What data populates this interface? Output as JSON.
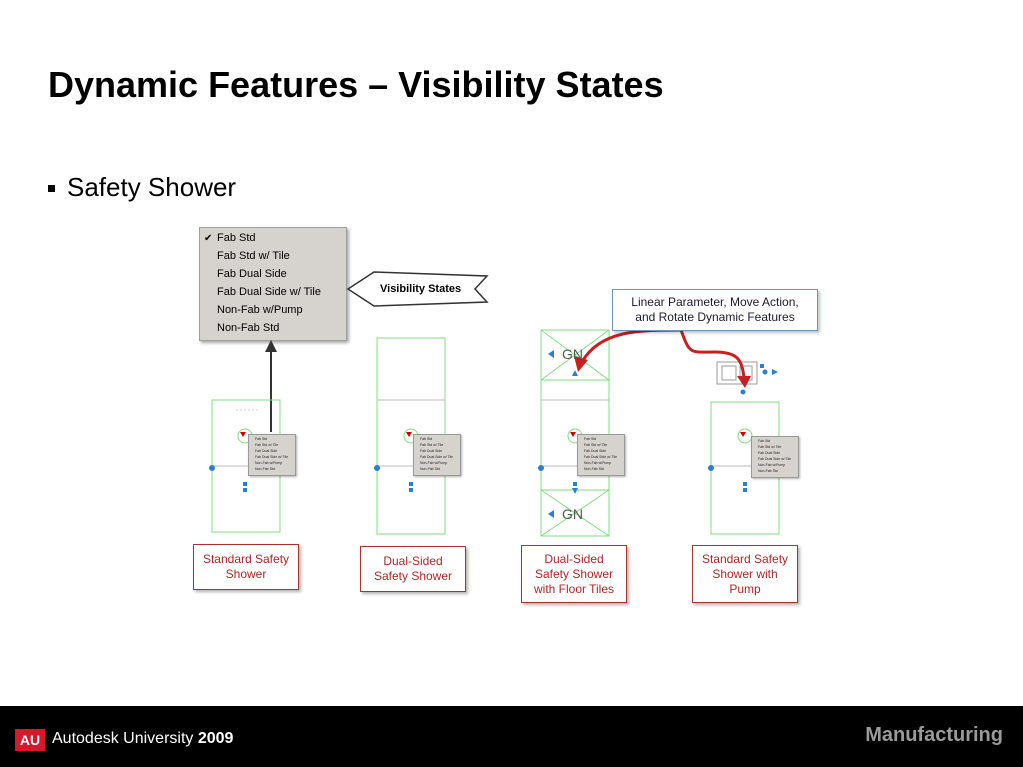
{
  "slide": {
    "title": "Dynamic Features – Visibility States",
    "bullet": "Safety Shower"
  },
  "menu": {
    "items": [
      "Fab Std",
      "Fab Std w/ Tile",
      "Fab Dual Side",
      "Fab Dual Side w/ Tile",
      "Non-Fab w/Pump",
      "Non-Fab Std"
    ],
    "checked_index": 0,
    "check_glyph": "✔"
  },
  "callouts": {
    "visibility_states": "Visibility States",
    "linear_line1": "Linear Parameter, Move Action,",
    "linear_line2": "and Rotate Dynamic Features"
  },
  "drawings": {
    "gn_label": "GN",
    "mini_items": [
      "Fab Std",
      "Fab Std w/ Tile",
      "Fab Dual Side",
      "Fab Dual Side w/ Tile",
      "Non-Fab w/Pump",
      "Non-Fab Std"
    ]
  },
  "captions": [
    {
      "line1": "Standard Safety",
      "line2": "Shower",
      "line3": ""
    },
    {
      "line1": "Dual-Sided",
      "line2": "Safety Shower",
      "line3": ""
    },
    {
      "line1": "Dual-Sided",
      "line2": "Safety Shower",
      "line3": "with Floor Tiles"
    },
    {
      "line1": "Standard Safety",
      "line2": "Shower with",
      "line3": "Pump"
    }
  ],
  "footer": {
    "logo": "AU",
    "brand": "Autodesk University",
    "year": "2009",
    "track": "Manufacturing"
  },
  "colors": {
    "accent_red": "#b02525",
    "logo_red": "#d7182a",
    "drawing_green": "#7fdc7f",
    "grip_blue": "#2a7fd0"
  }
}
